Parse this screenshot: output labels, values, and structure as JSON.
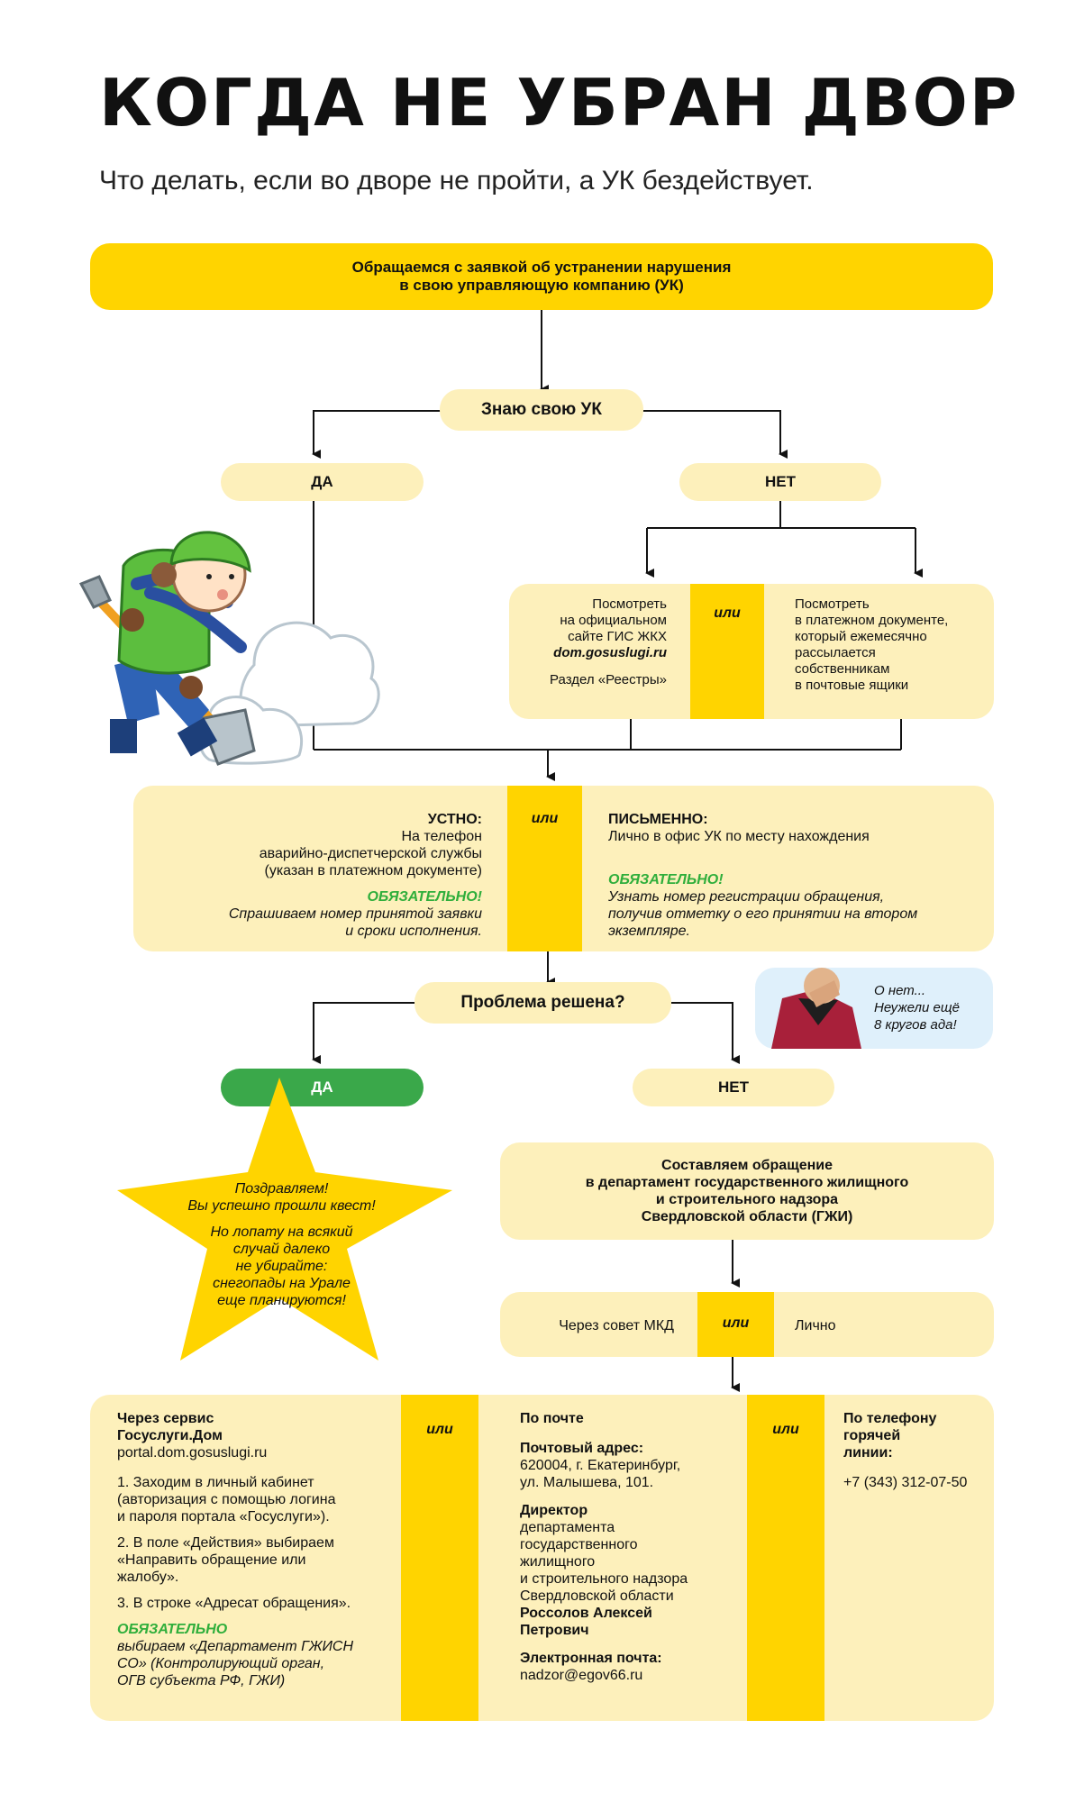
{
  "header": {
    "title": "КОГДА НЕ УБРАН ДВОР",
    "subtitle": "Что делать, если во дворе не пройти, а УК бездействует."
  },
  "step1": {
    "line1": "Обращаемся с заявкой об устранении нарушения",
    "line2": "в свою управляющую компанию (УК)"
  },
  "q1": {
    "label": "Знаю свою УК",
    "yes": "ДА",
    "no": "НЕТ"
  },
  "find": {
    "left": [
      "Посмотреть",
      "на официальном",
      "сайте ГИС ЖКХ"
    ],
    "left_site": "dom.gosuslugi.ru",
    "left_section": "Раздел «Реестры»",
    "or": "или",
    "right": [
      "Посмотреть",
      "в платежном документе,",
      "который ежемесячно",
      "рассылается",
      "собственникам",
      "в почтовые ящики"
    ]
  },
  "contact": {
    "or": "или",
    "oral_title": "УСТНО:",
    "oral_lines": [
      "На телефон",
      "аварийно-диспетчерской службы",
      "(указан в платежном документе)"
    ],
    "oral_must": "ОБЯЗАТЕЛЬНО!",
    "oral_note": [
      "Спрашиваем номер принятой заявки",
      "и сроки исполнения."
    ],
    "written_title": "ПИСЬМЕННО:",
    "written_line": "Лично в офис УК по месту нахождения",
    "written_must": "ОБЯЗАТЕЛЬНО!",
    "written_note": [
      "Узнать номер регистрации обращения,",
      "получив отметку о его принятии на втором",
      "экземпляре."
    ]
  },
  "q2": {
    "label": "Проблема решена?",
    "yes": "ДА",
    "no": "НЕТ"
  },
  "bubble": [
    "О нет...",
    "Неужели ещё",
    "8 кругов ада!"
  ],
  "star": {
    "p1": [
      "Поздравляем!",
      "Вы успешно прошли квест!"
    ],
    "p2": [
      "Но лопату на всякий",
      "случай далеко",
      "не убирайте:",
      "снегопады на Урале",
      "еще планируются!"
    ]
  },
  "gzhi": {
    "lines": [
      "Составляем обращение",
      "в департамент государственного жилищного",
      "и строительного надзора",
      "Свердловской области (ГЖИ)"
    ]
  },
  "via": {
    "left": "Через совет МКД",
    "or": "или",
    "right": "Лично"
  },
  "final": {
    "or": "или",
    "col1": {
      "title": [
        "Через сервис",
        "Госуслуги.Дом"
      ],
      "site": "portal.dom.gosuslugi.ru",
      "step1": [
        "1. Заходим в личный кабинет",
        "(авторизация с помощью логина",
        "и пароля портала «Госуслуги»)."
      ],
      "step2": [
        "2. В поле «Действия» выбираем",
        "«Направить обращение или",
        "жалобу»."
      ],
      "step3": "3. В строке «Адресат обращения».",
      "must": "ОБЯЗАТЕЛЬНО",
      "must_note": [
        "выбираем «Департамент ГЖИСН",
        "СО» (Контролирующий орган,",
        "ОГВ субъекта РФ, ГЖИ)"
      ]
    },
    "col2": {
      "title": "По почте",
      "addr_title": "Почтовый адрес:",
      "addr": [
        "620004, г. Екатеринбург,",
        "ул. Малышева, 101."
      ],
      "dir_title": "Директор",
      "dir_lines": [
        "департамента",
        "государственного",
        "жилищного",
        "и строительного надзора",
        "Свердловской области"
      ],
      "dir_name": [
        "Россолов Алексей",
        "Петрович"
      ],
      "email_title": "Электронная почта:",
      "email": "nadzor@egov66.ru"
    },
    "col3": {
      "title": [
        "По телефону",
        "горячей",
        "линии:"
      ],
      "phone": "+7 (343) 312-07-50"
    }
  },
  "colors": {
    "yellow": "#ffd400",
    "light_yellow": "#fdf0bb",
    "green": "#3aa84a",
    "accent_text_green": "#2fae3b",
    "bubble": "#dff0fb"
  }
}
